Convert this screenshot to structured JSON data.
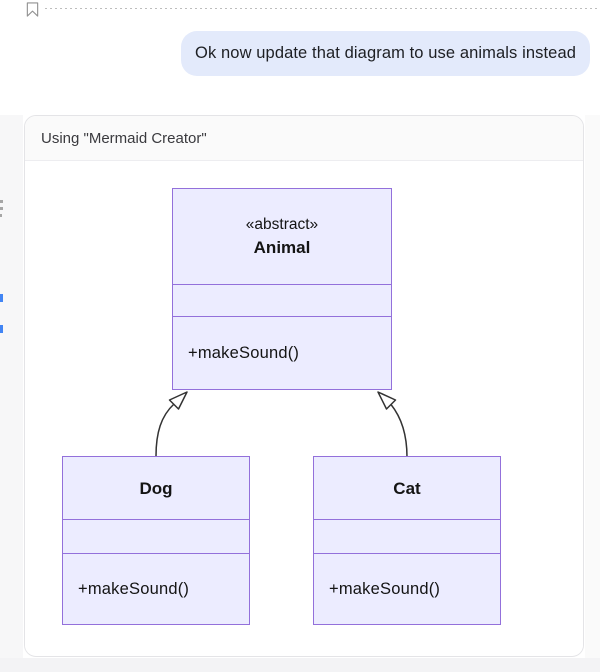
{
  "chat": {
    "user_message": "Ok now update that diagram to use animals instead"
  },
  "tool_card": {
    "title": "Using \"Mermaid Creator\""
  },
  "diagram": {
    "type": "mermaid-class-diagram",
    "classes": [
      {
        "annotation": "«abstract»",
        "name": "Animal",
        "attributes": [],
        "methods": [
          "+makeSound()"
        ]
      },
      {
        "name": "Dog",
        "attributes": [],
        "methods": [
          "+makeSound()"
        ]
      },
      {
        "name": "Cat",
        "attributes": [],
        "methods": [
          "+makeSound()"
        ]
      }
    ],
    "relations": [
      {
        "from": "Dog",
        "to": "Animal",
        "type": "inheritance"
      },
      {
        "from": "Cat",
        "to": "Animal",
        "type": "inheritance"
      }
    ],
    "colors": {
      "node_fill": "#ECECFF",
      "node_border": "#9370DB",
      "edge_stroke": "#333333",
      "text": "#141414"
    }
  },
  "theme": {
    "user_bubble_bg": "#e3eafb",
    "card_border": "#e4e4e7",
    "card_header_bg": "#fafafa",
    "page_bg": "#ffffff",
    "left_rail_bg": "#f7f7f8",
    "bottom_bar_bg": "#f3f3f5",
    "dotted_divider": "#bdbdbd",
    "edge_marker_blue": "#4285f4"
  }
}
